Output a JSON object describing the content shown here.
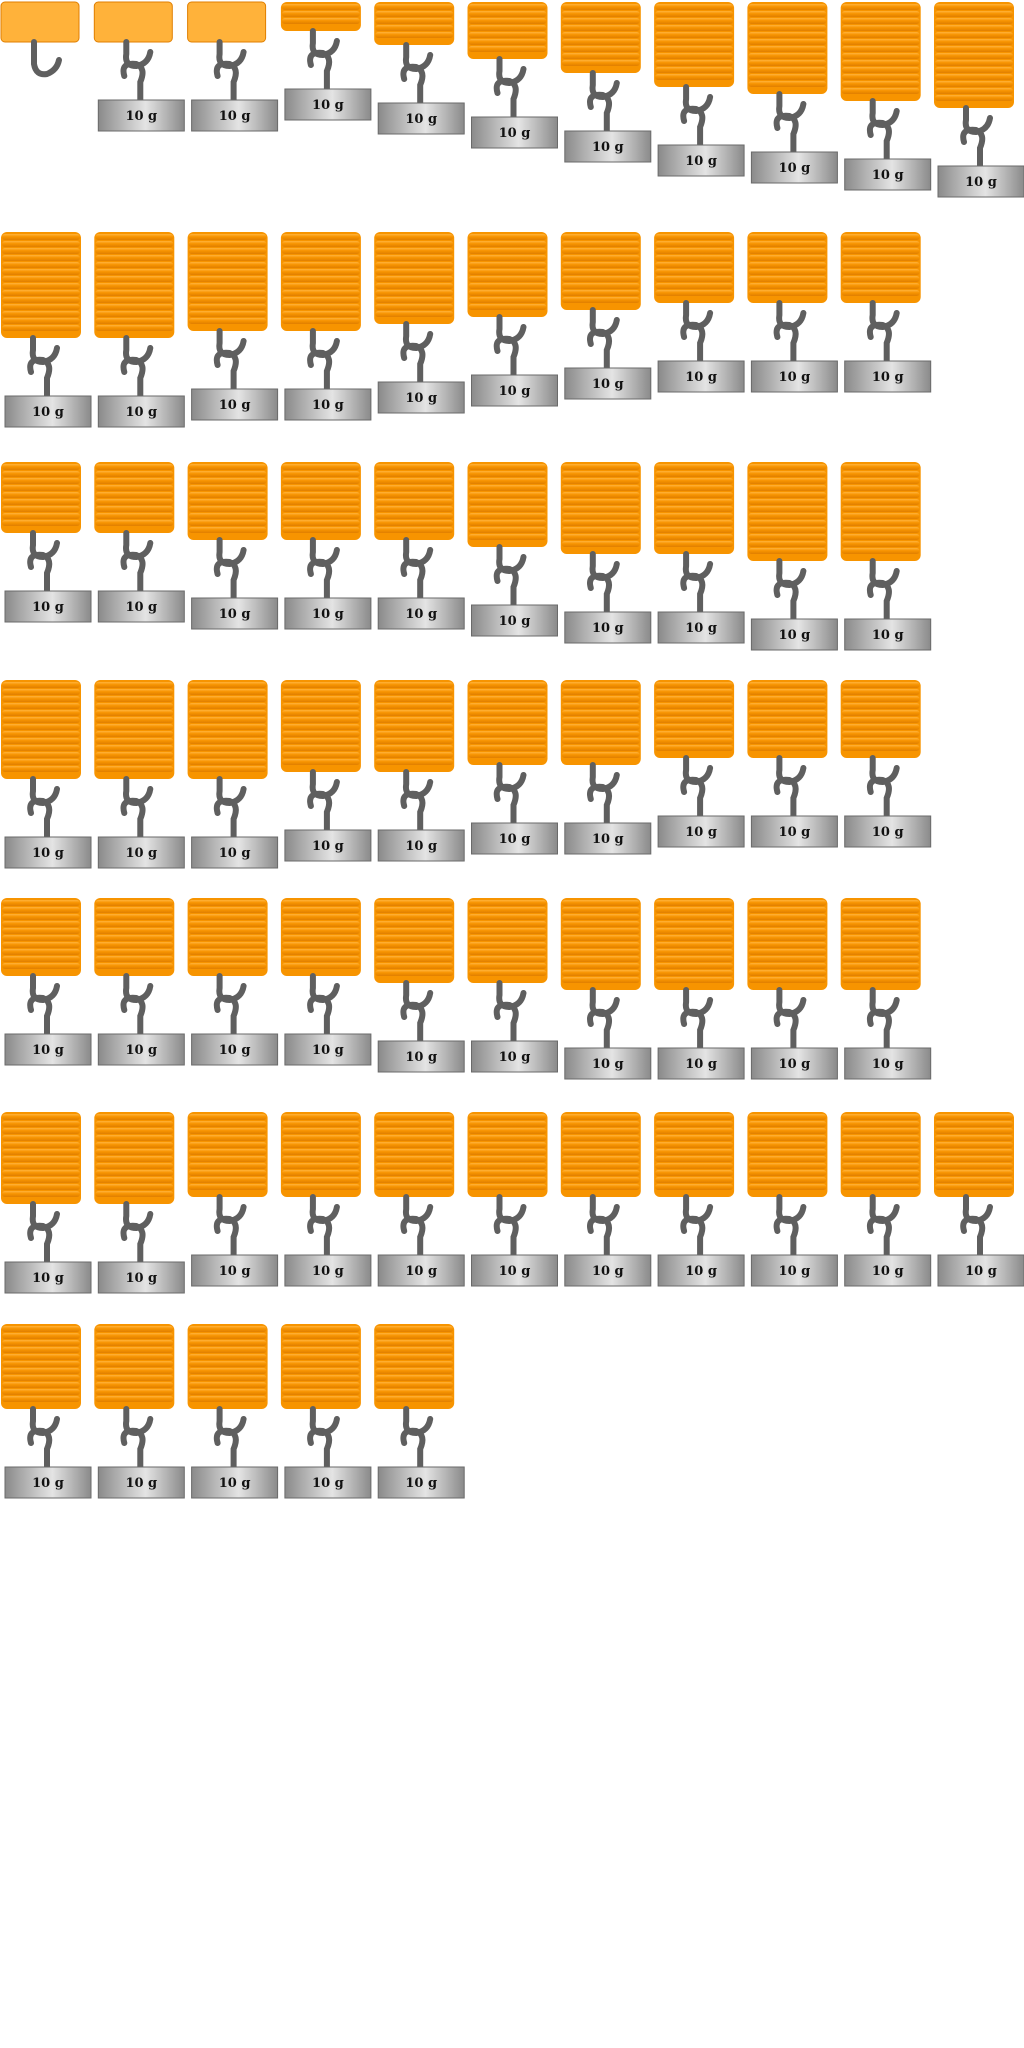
{
  "weight_label": "10 g",
  "colors": {
    "spring_base": "#f79400",
    "spring_highlight": "#ffb23a",
    "spring_edge": "#e07f00",
    "hook": "#5f5f5f",
    "weight_dark": "#8a8a8a",
    "weight_light": "#e4e4e4",
    "weight_border": "#6a6a6a"
  },
  "rows": [
    {
      "springs": [
        {
          "coils": 0,
          "weights": 0
        },
        {
          "coils": 0,
          "weights": 1
        },
        {
          "coils": 0,
          "weights": 1
        },
        {
          "coils": 3,
          "weights": 1
        },
        {
          "coils": 5,
          "weights": 1
        },
        {
          "coils": 7,
          "weights": 1
        },
        {
          "coils": 9,
          "weights": 1
        },
        {
          "coils": 11,
          "weights": 1
        },
        {
          "coils": 12,
          "weights": 1
        },
        {
          "coils": 13,
          "weights": 1
        },
        {
          "coils": 14,
          "weights": 1
        }
      ]
    },
    {
      "springs": [
        {
          "coils": 14,
          "weights": 1
        },
        {
          "coils": 14,
          "weights": 1
        },
        {
          "coils": 13,
          "weights": 1
        },
        {
          "coils": 13,
          "weights": 1
        },
        {
          "coils": 12,
          "weights": 1
        },
        {
          "coils": 11,
          "weights": 1
        },
        {
          "coils": 10,
          "weights": 1
        },
        {
          "coils": 9,
          "weights": 1
        },
        {
          "coils": 9,
          "weights": 1
        },
        {
          "coils": 9,
          "weights": 1
        }
      ]
    },
    {
      "springs": [
        {
          "coils": 9,
          "weights": 1
        },
        {
          "coils": 9,
          "weights": 1
        },
        {
          "coils": 10,
          "weights": 1
        },
        {
          "coils": 10,
          "weights": 1
        },
        {
          "coils": 10,
          "weights": 1
        },
        {
          "coils": 11,
          "weights": 1
        },
        {
          "coils": 12,
          "weights": 1
        },
        {
          "coils": 12,
          "weights": 1
        },
        {
          "coils": 13,
          "weights": 1
        },
        {
          "coils": 13,
          "weights": 1
        }
      ]
    },
    {
      "springs": [
        {
          "coils": 13,
          "weights": 1
        },
        {
          "coils": 13,
          "weights": 1
        },
        {
          "coils": 13,
          "weights": 1
        },
        {
          "coils": 12,
          "weights": 1
        },
        {
          "coils": 12,
          "weights": 1
        },
        {
          "coils": 11,
          "weights": 1
        },
        {
          "coils": 11,
          "weights": 1
        },
        {
          "coils": 10,
          "weights": 1
        },
        {
          "coils": 10,
          "weights": 1
        },
        {
          "coils": 10,
          "weights": 1
        }
      ]
    },
    {
      "springs": [
        {
          "coils": 10,
          "weights": 1
        },
        {
          "coils": 10,
          "weights": 1
        },
        {
          "coils": 10,
          "weights": 1
        },
        {
          "coils": 10,
          "weights": 1
        },
        {
          "coils": 11,
          "weights": 1
        },
        {
          "coils": 11,
          "weights": 1
        },
        {
          "coils": 12,
          "weights": 1
        },
        {
          "coils": 12,
          "weights": 1
        },
        {
          "coils": 12,
          "weights": 1
        },
        {
          "coils": 12,
          "weights": 1
        }
      ]
    },
    {
      "springs": [
        {
          "coils": 12,
          "weights": 1
        },
        {
          "coils": 12,
          "weights": 1
        },
        {
          "coils": 11,
          "weights": 1
        },
        {
          "coils": 11,
          "weights": 1
        },
        {
          "coils": 11,
          "weights": 1
        },
        {
          "coils": 11,
          "weights": 1
        },
        {
          "coils": 11,
          "weights": 1
        },
        {
          "coils": 11,
          "weights": 1
        },
        {
          "coils": 11,
          "weights": 1
        },
        {
          "coils": 11,
          "weights": 1
        },
        {
          "coils": 11,
          "weights": 1
        }
      ]
    },
    {
      "springs": [
        {
          "coils": 11,
          "weights": 1
        },
        {
          "coils": 11,
          "weights": 1
        },
        {
          "coils": 11,
          "weights": 1
        },
        {
          "coils": 11,
          "weights": 1
        },
        {
          "coils": 11,
          "weights": 1
        }
      ]
    }
  ]
}
